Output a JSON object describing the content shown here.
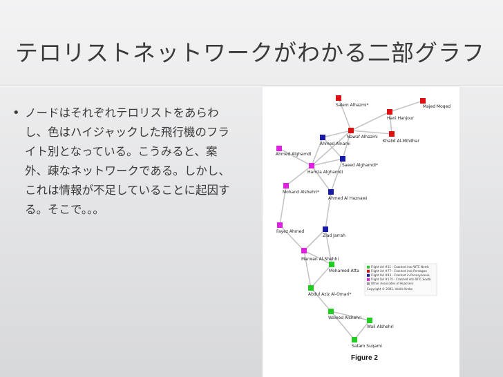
{
  "slide": {
    "title": "テロリストネットワークがわかる二部グラフ",
    "bullet": "ノードはそれぞれテロリストをあらわし、色はハイジャックした飛行機のフライト別となっている。こうみると、案外、疎なネットワークである。しかし、これは情報が不足していることに起因する。そこで。。。"
  },
  "figure": {
    "caption": "Figure 2",
    "colors": {
      "red": "#dd1111",
      "blue": "#1a1aaa",
      "magenta": "#dd22dd",
      "green": "#22cc22",
      "gray": "#999999",
      "edge": "#c4c4c4"
    },
    "nodes": [
      {
        "id": "salem_alhazmi",
        "label": "Salem Alhazmi*",
        "color": "red"
      },
      {
        "id": "majed_moqed",
        "label": "Majed Moqed",
        "color": "red"
      },
      {
        "id": "hani_hanjour",
        "label": "Hani Hanjour",
        "color": "red"
      },
      {
        "id": "nawaf_alhazmi",
        "label": "Nawaf Alhazmi",
        "color": "red"
      },
      {
        "id": "khalid_almihdhar",
        "label": "Khalid Al-Mihdhar",
        "color": "red"
      },
      {
        "id": "ahmed_alnami",
        "label": "Ahmed Alnami",
        "color": "blue"
      },
      {
        "id": "ahmed_alghamdi",
        "label": "Ahmed Alghamdi",
        "color": "magenta"
      },
      {
        "id": "saeed_alghamdi",
        "label": "Saeed Alghamdi*",
        "color": "blue"
      },
      {
        "id": "hamza_alghamdi",
        "label": "Hamza Alghamdi",
        "color": "magenta"
      },
      {
        "id": "mohand_alshehri",
        "label": "Mohand Alshehri*",
        "color": "magenta"
      },
      {
        "id": "ahmed_alhaznawi",
        "label": "Ahmed Al Haznawi",
        "color": "blue"
      },
      {
        "id": "fayez_ahmed",
        "label": "Fayez Ahmed",
        "color": "magenta"
      },
      {
        "id": "ziad_jarrah",
        "label": "Ziad Jarrah",
        "color": "blue"
      },
      {
        "id": "marwan_alshehhi",
        "label": "Marwan Al-Shehhi",
        "color": "magenta"
      },
      {
        "id": "mohamed_atta",
        "label": "Mohamed Atta",
        "color": "green"
      },
      {
        "id": "abdul_aziz_alomari",
        "label": "Abdul Aziz Al-Omari*",
        "color": "green"
      },
      {
        "id": "waleed_alshehri",
        "label": "Waleed Alshehri",
        "color": "green"
      },
      {
        "id": "wail_alshehri",
        "label": "Wail Alshehri",
        "color": "green"
      },
      {
        "id": "satam_suqami",
        "label": "Satam Suqami",
        "color": "green"
      }
    ],
    "edges": [
      [
        "salem_alhazmi",
        "nawaf_alhazmi"
      ],
      [
        "hani_hanjour",
        "majed_moqed"
      ],
      [
        "hani_hanjour",
        "nawaf_alhazmi"
      ],
      [
        "hani_hanjour",
        "khalid_almihdhar"
      ],
      [
        "nawaf_alhazmi",
        "khalid_almihdhar"
      ],
      [
        "nawaf_alhazmi",
        "ahmed_alnami"
      ],
      [
        "nawaf_alhazmi",
        "saeed_alghamdi"
      ],
      [
        "nawaf_alhazmi",
        "hamza_alghamdi"
      ],
      [
        "ahmed_alnami",
        "hamza_alghamdi"
      ],
      [
        "ahmed_alnami",
        "saeed_alghamdi"
      ],
      [
        "ahmed_alghamdi",
        "hamza_alghamdi"
      ],
      [
        "saeed_alghamdi",
        "hamza_alghamdi"
      ],
      [
        "hamza_alghamdi",
        "mohand_alshehri"
      ],
      [
        "hamza_alghamdi",
        "ahmed_alhaznawi"
      ],
      [
        "saeed_alghamdi",
        "ahmed_alhaznawi"
      ],
      [
        "mohand_alshehri",
        "fayez_ahmed"
      ],
      [
        "ahmed_alhaznawi",
        "ziad_jarrah"
      ],
      [
        "fayez_ahmed",
        "marwan_alshehhi"
      ],
      [
        "ziad_jarrah",
        "marwan_alshehhi"
      ],
      [
        "ziad_jarrah",
        "mohamed_atta"
      ],
      [
        "marwan_alshehhi",
        "mohamed_atta"
      ],
      [
        "marwan_alshehhi",
        "abdul_aziz_alomari"
      ],
      [
        "mohamed_atta",
        "abdul_aziz_alomari"
      ],
      [
        "abdul_aziz_alomari",
        "waleed_alshehri"
      ],
      [
        "waleed_alshehri",
        "wail_alshehri"
      ],
      [
        "waleed_alshehri",
        "satam_suqami"
      ],
      [
        "wail_alshehri",
        "satam_suqami"
      ]
    ],
    "legend": [
      {
        "label": "Flight AA #11 - Crashed into WTC North",
        "color": "green"
      },
      {
        "label": "Flight AA #77 - Crashed into Pentagon",
        "color": "red"
      },
      {
        "label": "Flight UA #93 - Crashed in Pennsylvania",
        "color": "blue"
      },
      {
        "label": "Flight UA #175 - Crashed into WTC South",
        "color": "magenta"
      },
      {
        "label": "Other Associates of Hijackers",
        "color": "gray"
      }
    ],
    "copyright": "Copyright © 2001, Valdis Krebs"
  }
}
